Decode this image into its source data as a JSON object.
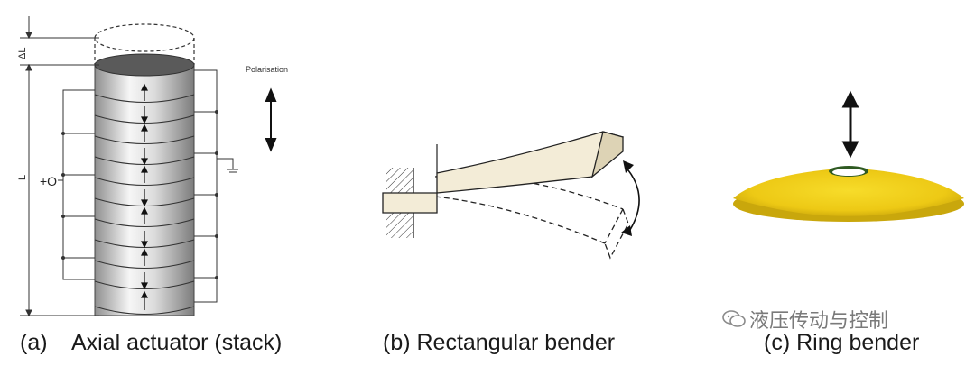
{
  "captions": {
    "a": "(a)    Axial actuator (stack)",
    "b": "(b) Rectangular bender",
    "c": "(c) Ring bender"
  },
  "labels": {
    "polarisation": "Polarisation",
    "delta_l": "ΔL",
    "length": "L",
    "plus_terminal": "+O"
  },
  "watermark": {
    "text": "液压传动与控制",
    "icon": "wechat-icon"
  },
  "colors": {
    "ring": "#f2d21a",
    "ring_dark": "#c9a90c",
    "bender": "#f2ecd8",
    "stack_light": "#f4f4f4",
    "stack_dark": "#8a8a8a"
  }
}
